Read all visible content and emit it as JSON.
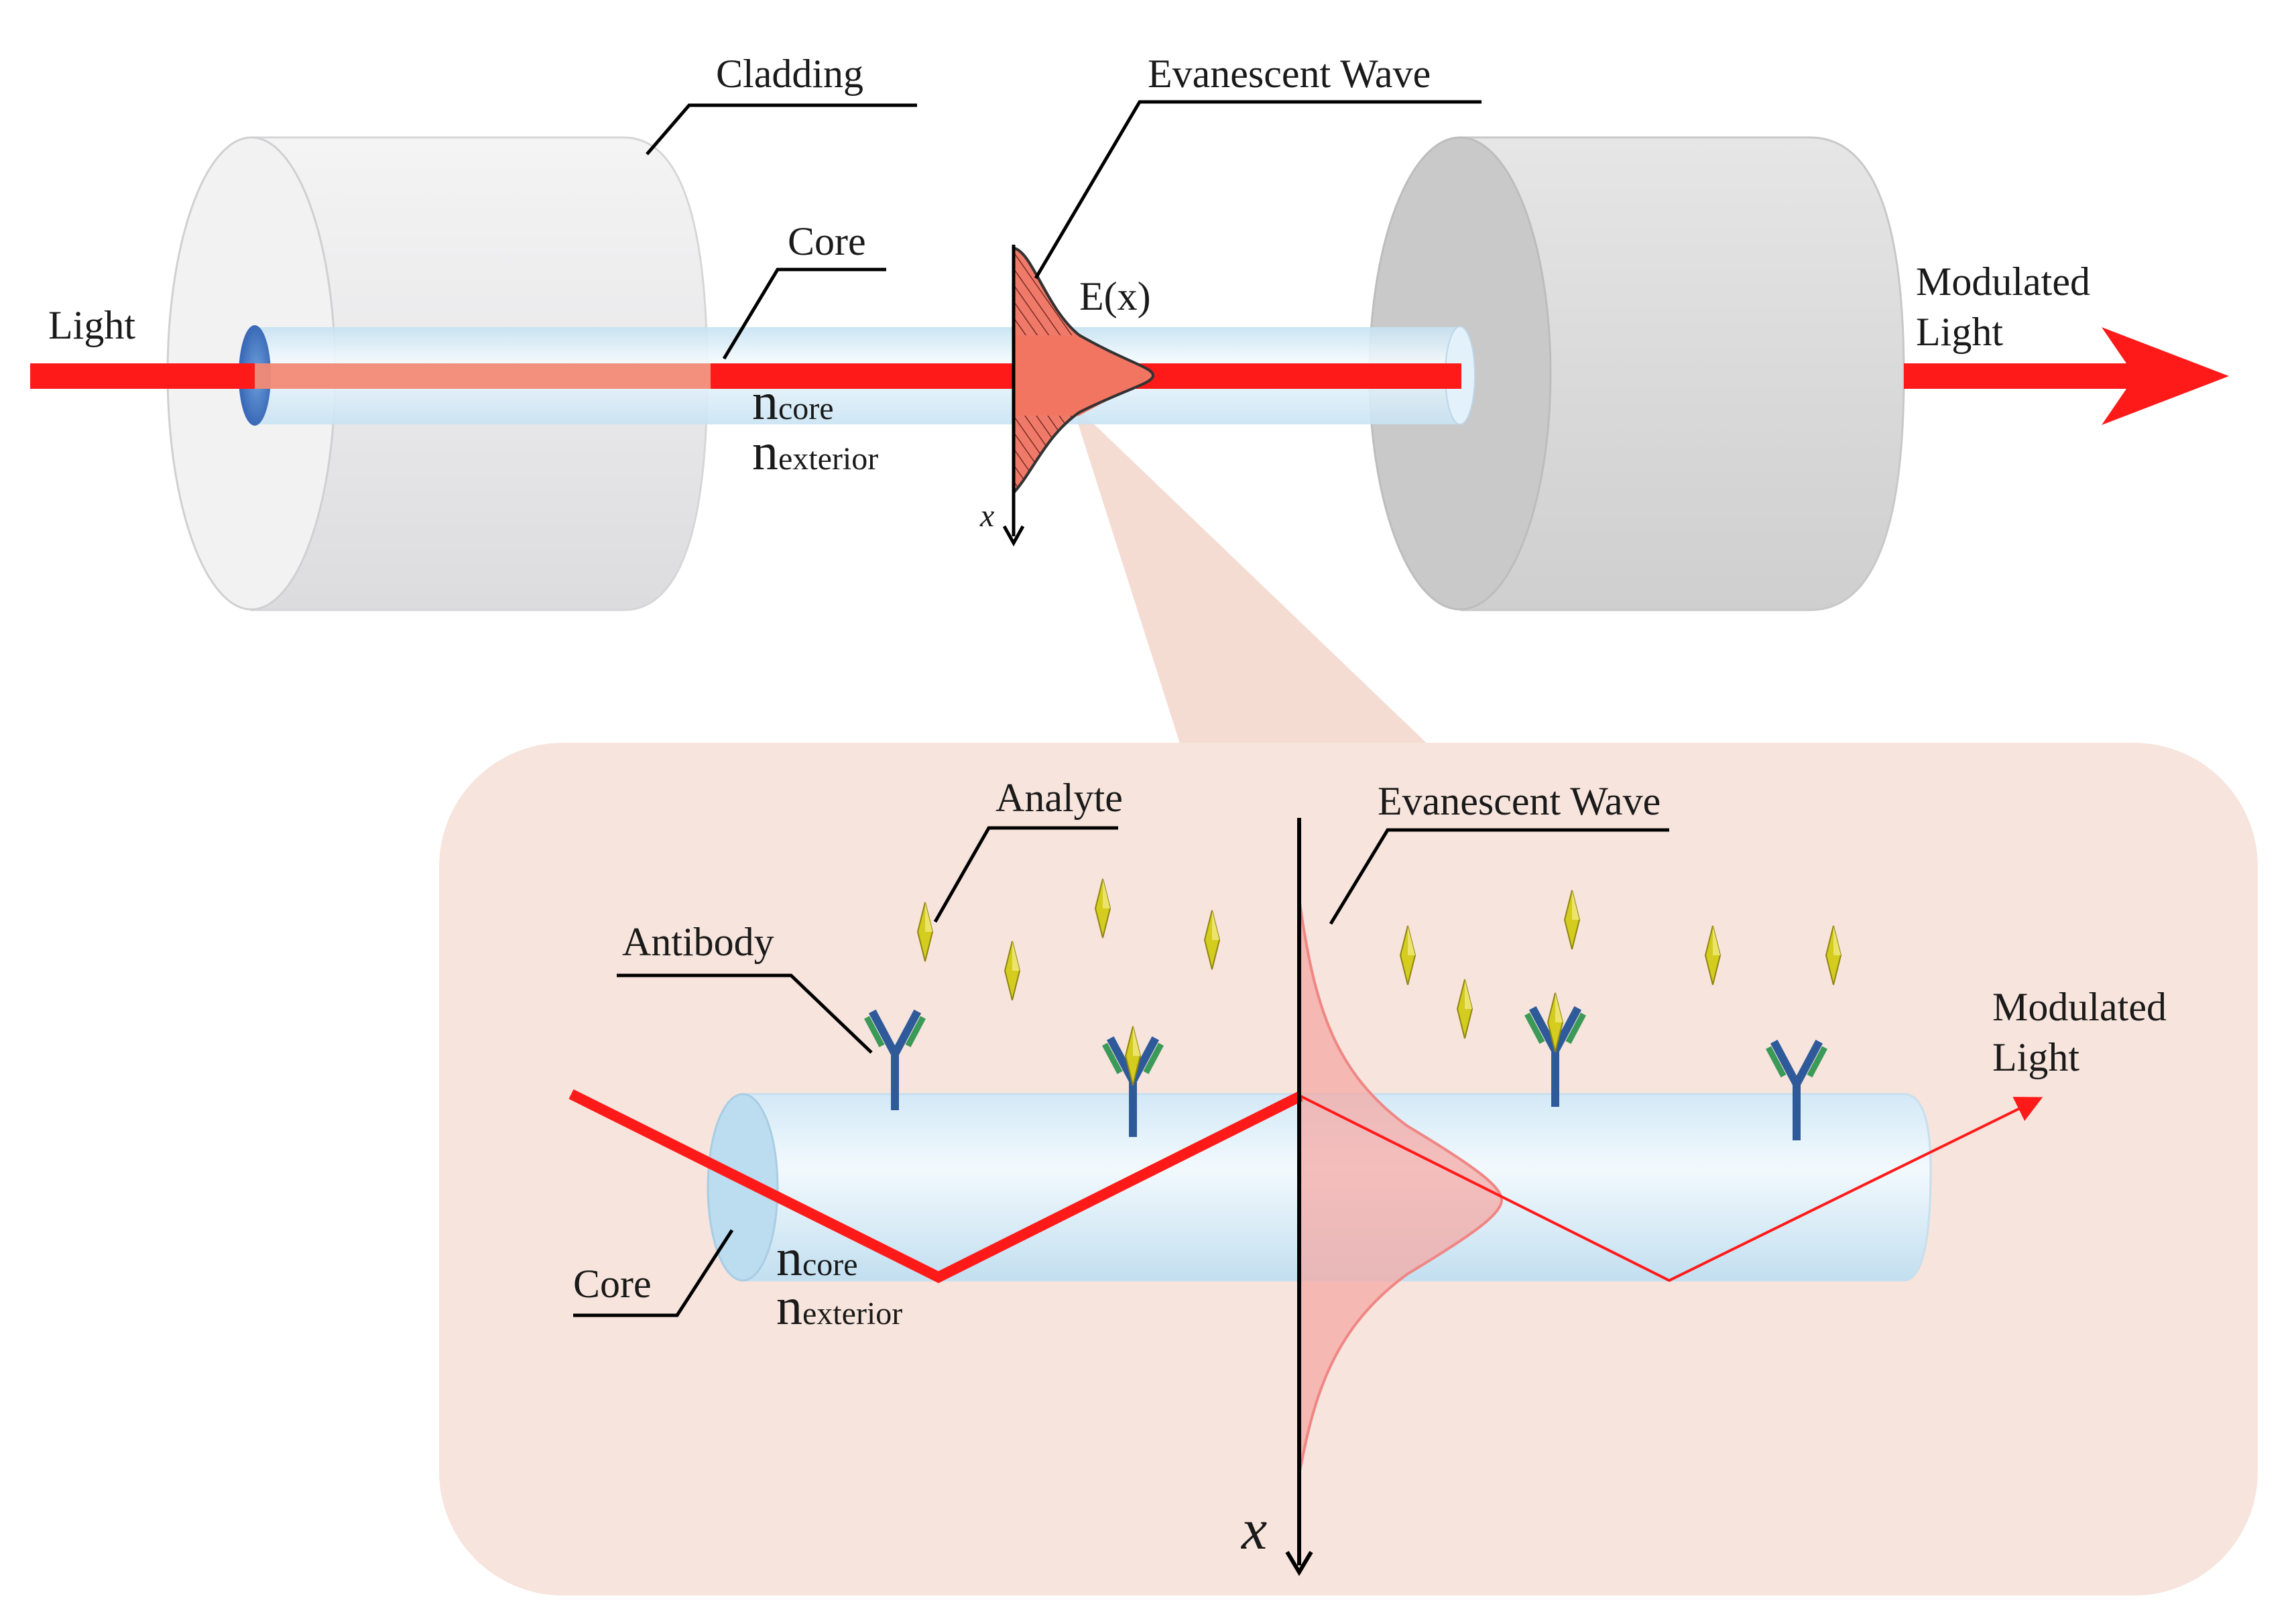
{
  "top_diagram": {
    "cladding_label": "Cladding",
    "evanescent_wave_label": "Evanescent Wave",
    "core_label": "Core",
    "light_label": "Light",
    "modulated_light_line1": "Modulated",
    "modulated_light_line2": "Light",
    "field_label": "E(x)",
    "n_symbol": "n",
    "n_core_sub": "core",
    "n_exterior_sub": "exterior",
    "x_axis_label": "x"
  },
  "zoom_diagram": {
    "analyte_label": "Analyte",
    "evanescent_wave_label": "Evanescent Wave",
    "antibody_label": "Antibody",
    "modulated_light_line1": "Modulated",
    "modulated_light_line2": "Light",
    "core_label": "Core",
    "n_symbol": "n",
    "n_core_sub": "core",
    "n_exterior_sub": "exterior",
    "x_axis_label": "x"
  },
  "colors": {
    "light_beam": "#ff1a1a",
    "zoom_background": "#f7e4dc",
    "core_fill": "#d9ecf7",
    "analyte": "#d8d020",
    "antibody_blue": "#2f5a9a",
    "antibody_green": "#3b9a58"
  },
  "icons": {
    "analyte": "yellow-diamond-icon",
    "antibody": "y-shaped-antibody-icon"
  }
}
